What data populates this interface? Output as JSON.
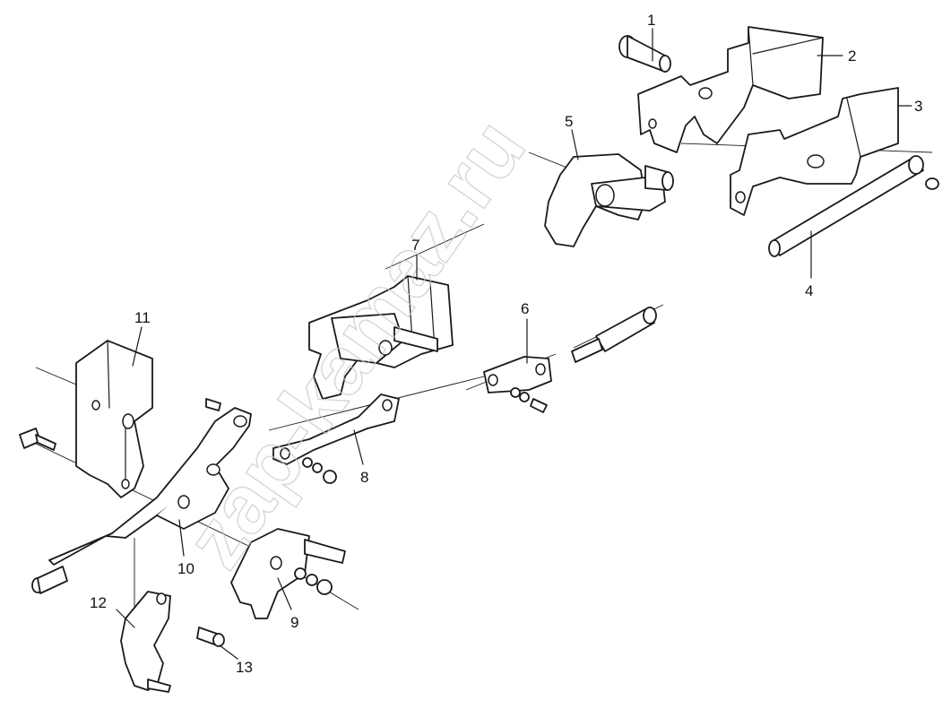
{
  "watermark": "zap-kamaz.ru",
  "callouts": [
    {
      "id": "1",
      "text": "1"
    },
    {
      "id": "2",
      "text": "2"
    },
    {
      "id": "3",
      "text": "3"
    },
    {
      "id": "4",
      "text": "4"
    },
    {
      "id": "5",
      "text": "5"
    },
    {
      "id": "6",
      "text": "6"
    },
    {
      "id": "7",
      "text": "7"
    },
    {
      "id": "8",
      "text": "8"
    },
    {
      "id": "9",
      "text": "9"
    },
    {
      "id": "10",
      "text": "10"
    },
    {
      "id": "11",
      "text": "11"
    },
    {
      "id": "12",
      "text": "12"
    },
    {
      "id": "13",
      "text": "13"
    }
  ]
}
